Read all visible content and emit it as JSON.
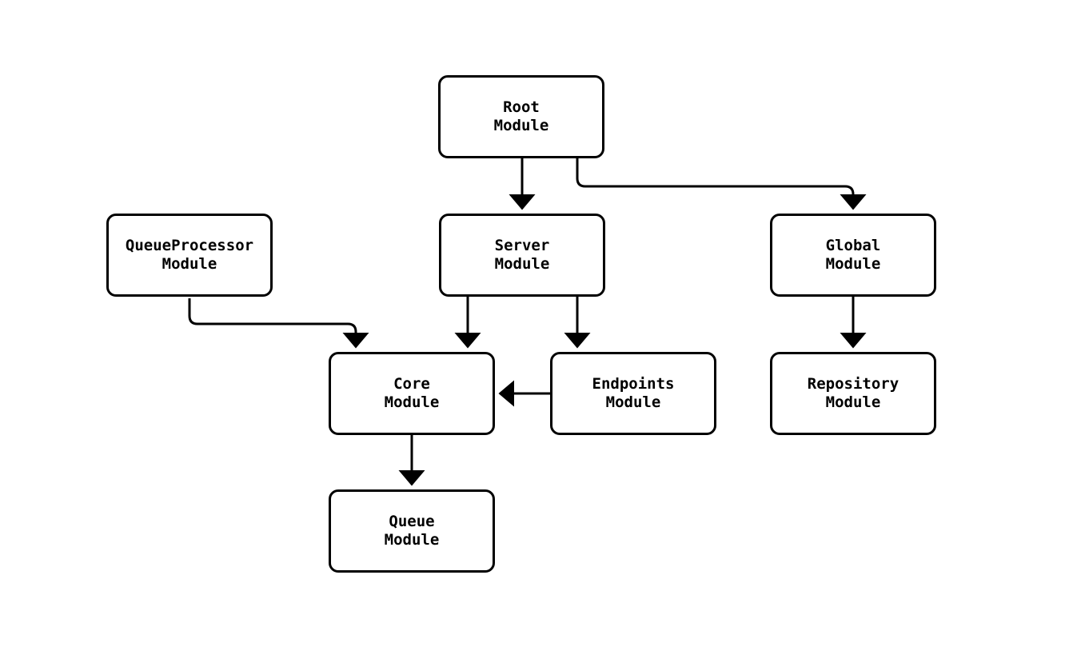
{
  "diagram": {
    "background_color": "#ffffff",
    "node_fill_color": "#ffffff",
    "node_border_color": "#000000",
    "edge_color": "#000000",
    "text_color": "#000000",
    "nodes": {
      "root": {
        "line1": "Root",
        "line2": "Module"
      },
      "qproc": {
        "line1": "QueueProcessor",
        "line2": "Module"
      },
      "server": {
        "line1": "Server",
        "line2": "Module"
      },
      "global": {
        "line1": "Global",
        "line2": "Module"
      },
      "core": {
        "line1": "Core",
        "line2": "Module"
      },
      "endpoints": {
        "line1": "Endpoints",
        "line2": "Module"
      },
      "repository": {
        "line1": "Repository",
        "line2": "Module"
      },
      "queue": {
        "line1": "Queue",
        "line2": "Module"
      }
    },
    "edges": [
      {
        "from": "Root Module",
        "to": "Server Module"
      },
      {
        "from": "Root Module",
        "to": "Global Module"
      },
      {
        "from": "QueueProcessor Module",
        "to": "Core Module"
      },
      {
        "from": "Server Module",
        "to": "Core Module"
      },
      {
        "from": "Server Module",
        "to": "Endpoints Module"
      },
      {
        "from": "Endpoints Module",
        "to": "Core Module"
      },
      {
        "from": "Global Module",
        "to": "Repository Module"
      },
      {
        "from": "Core Module",
        "to": "Queue Module"
      }
    ]
  }
}
